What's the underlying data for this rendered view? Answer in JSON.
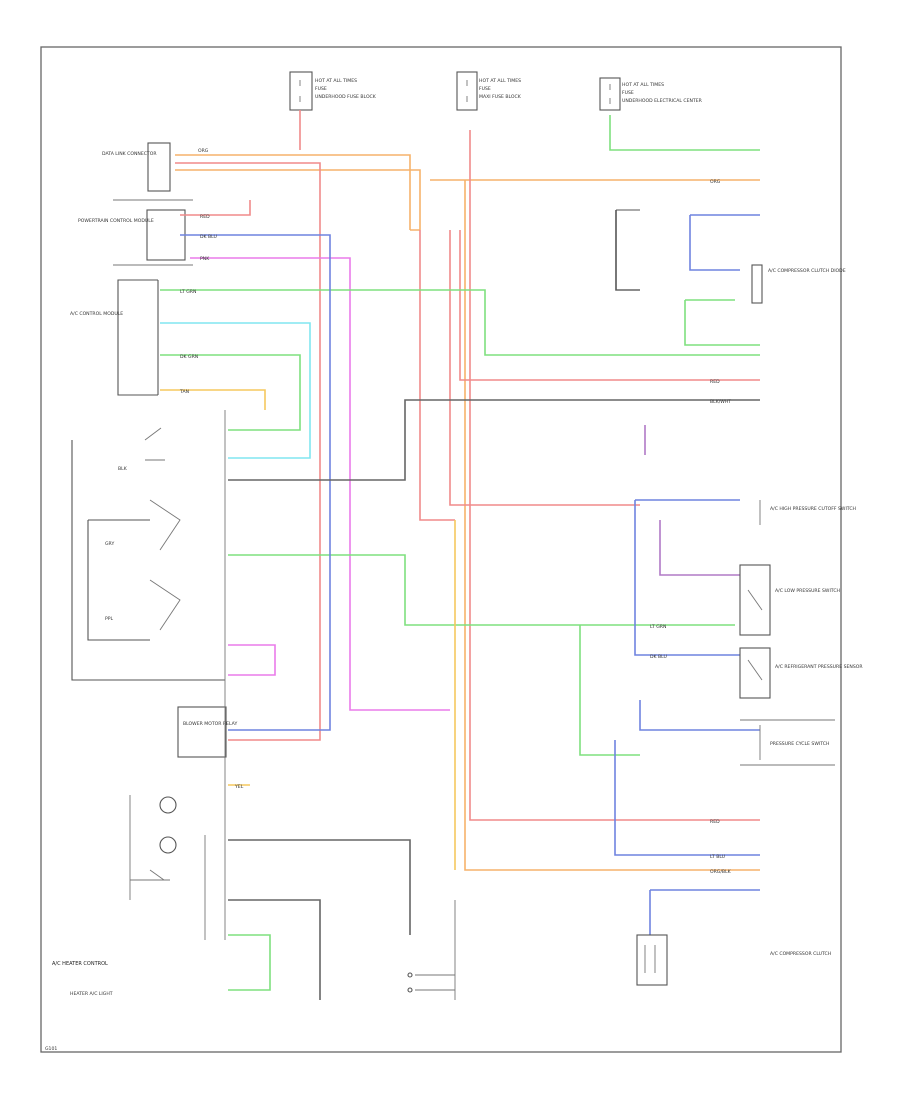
{
  "colors": {
    "orange": "#f6b26b",
    "red": "#f08a8a",
    "pink": "#ea7bea",
    "green": "#7ee07e",
    "cyan": "#80e6f0",
    "blue": "#6f83df",
    "yellow": "#f5c85f",
    "violet": "#b07ac6",
    "black": "#666666",
    "tan": "#e8c88a"
  },
  "top_fuse_blocks": [
    {
      "name": "HOT AT ALL TIMES",
      "fuse": "FUSE",
      "note": "UNDERHOOD FUSE BLOCK"
    },
    {
      "name": "HOT AT ALL TIMES",
      "fuse": "FUSE",
      "note": "MAXI FUSE BLOCK"
    },
    {
      "name": "HOT AT ALL TIMES",
      "fuse": "FUSE",
      "note": "UNDERHOOD ELECTRICAL CENTER"
    }
  ],
  "left_components": [
    "DATA LINK CONNECTOR",
    "POWERTRAIN CONTROL MODULE",
    "A/C CONTROL MODULE",
    "BLOWER MOTOR RELAY",
    "A/C HEATER CONTROL",
    "HEATER A/C LIGHT"
  ],
  "right_components": [
    "A/C COMPRESSOR CLUTCH DIODE",
    "A/C LOW PRESSURE SWITCH",
    "A/C REFRIGERANT PRESSURE SENSOR",
    "A/C HIGH PRESSURE CUTOFF SWITCH",
    "A/C COMPRESSOR CLUTCH",
    "PRESSURE CYCLE SWITCH"
  ],
  "wire_labels": [
    "ORG",
    "RED",
    "PNK",
    "LT GRN",
    "DK GRN",
    "TAN",
    "DK BLU",
    "BLK",
    "GRY",
    "PPL",
    "YEL",
    "LT BLU",
    "BLK/WHT",
    "ORG/BLK"
  ],
  "footnote": "G101"
}
